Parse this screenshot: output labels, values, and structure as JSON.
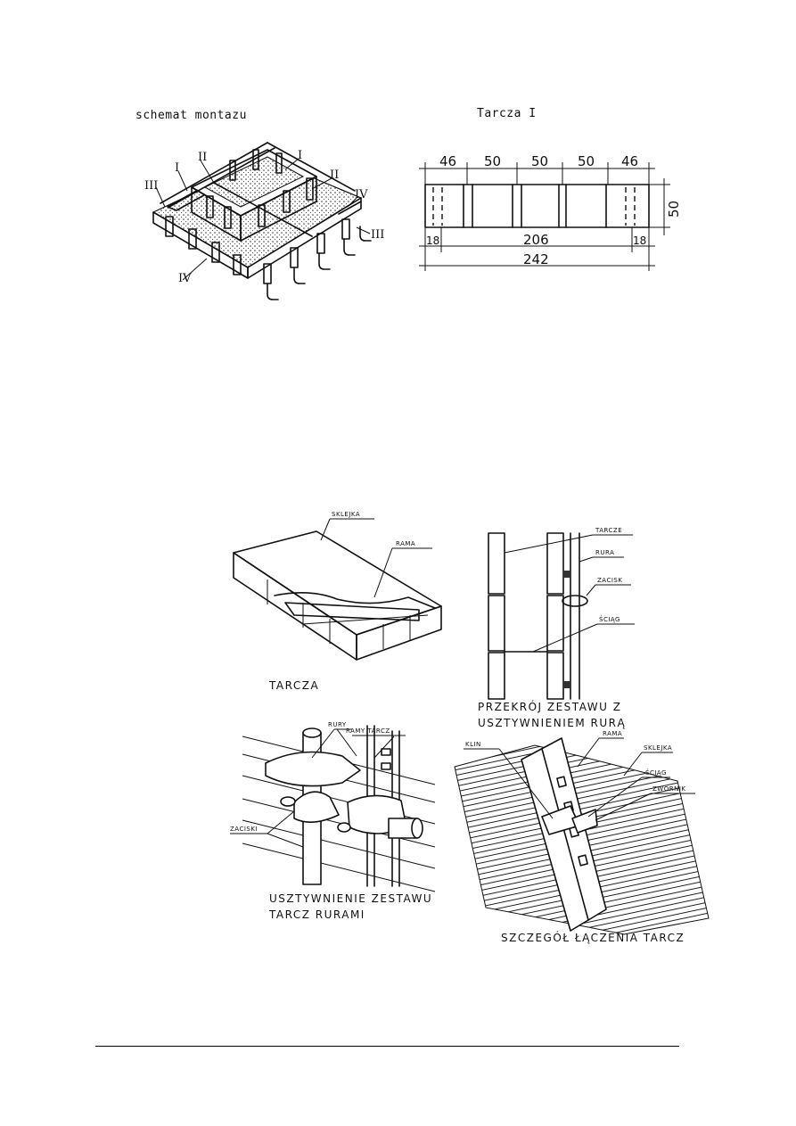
{
  "top_figure": {
    "left_caption": "schemat montazu",
    "right_caption": "Tarcza I",
    "assembly_labels": [
      "I",
      "II",
      "I",
      "II",
      "III",
      "IV",
      "III",
      "IV"
    ],
    "dimensions": {
      "top_segments": [
        "46",
        "50",
        "50",
        "50",
        "46"
      ],
      "height": "50",
      "bottom_left": "18",
      "bottom_middle": "206",
      "bottom_right": "18",
      "total": "242"
    }
  },
  "bottom_figure": {
    "panel_tl": {
      "caption": "TARCZA",
      "labels": [
        "SKLEJKA",
        "RAMA"
      ]
    },
    "panel_tr": {
      "caption_line1": "PRZEKRÓJ  ZESTAWU  Z",
      "caption_line2": "USZTYWNIENIEM  RURĄ",
      "labels": [
        "TARCZE",
        "RURA",
        "ZACISK",
        "ŚCIĄG"
      ]
    },
    "panel_bl": {
      "caption_line1": "USZTYWNIENIE   ZESTAWU",
      "caption_line2": "TARCZ  RURAMI",
      "labels": [
        "RURY",
        "RAMY TARCZ",
        "ZACISKI"
      ]
    },
    "panel_br": {
      "caption": "SZCZEGÓŁ  ŁĄCZENIA  TARCZ",
      "labels": [
        "KLIN",
        "RAMA",
        "SKLEJKA",
        "ŚCIĄG",
        "ZWORNIK"
      ]
    }
  }
}
